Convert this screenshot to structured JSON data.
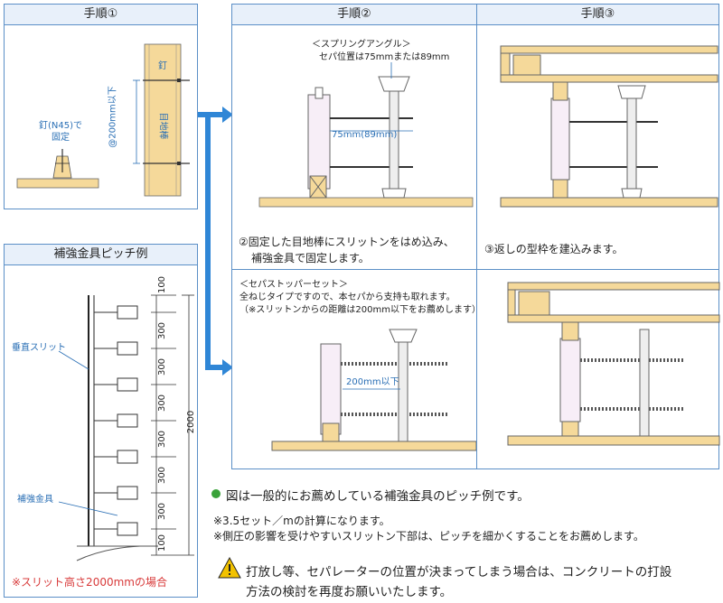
{
  "step1": {
    "title": "手順①",
    "nail_label": "釘(N45)で\n固定",
    "spacing_label": "@200mm以下",
    "nail_short": "釘",
    "joint_bar": "目地棒"
  },
  "step2": {
    "title": "手順②",
    "angle_label": "＜スプリングアングル＞",
    "sepa_pos": "セパ位置は75mmまたは89mm",
    "dim_label": "75mm(89mm)",
    "caption_line1": "②固定した目地棒にスリットンをはめ込み、",
    "caption_line2": "補強金具で固定します。"
  },
  "step3": {
    "title": "手順③",
    "caption": "③返しの型枠を建込みます。"
  },
  "stopper": {
    "heading": "＜セパストッパーセット＞",
    "line1": "全ねじタイプですので、本セパから支持も取れます。",
    "line2": "（※スリットンからの距離は200mm以下をお薦めします）",
    "dim_label": "200mm以下"
  },
  "pitch": {
    "title": "補強金具ピッチ例",
    "vertical_slit": "垂直スリット",
    "bracket": "補強金具",
    "spacing": [
      "100",
      "300",
      "300",
      "300",
      "300",
      "300",
      "300",
      "100"
    ],
    "total": "2000",
    "footnote": "※スリット高さ2000mmの場合"
  },
  "notes": {
    "bullet": "図は一般的にお薦めしている補強金具のピッチ例です。",
    "note1": "※3.5セット／mの計算になります。",
    "note2": "※側圧の影響を受けやすいスリットン下部は、ピッチを細かくすることをお薦めします。",
    "warning_line1": "打放し等、セパレーターの位置が決まってしまう場合は、コンクリートの打設",
    "warning_line2": "方法の検討を再度お願いいたします。"
  },
  "colors": {
    "frame": "#5b8fc7",
    "arrow": "#2f86d6",
    "wood": "#f5d99a",
    "bullet": "#3aa23a",
    "warning": "#f2c200",
    "red": "#d83a3a"
  }
}
